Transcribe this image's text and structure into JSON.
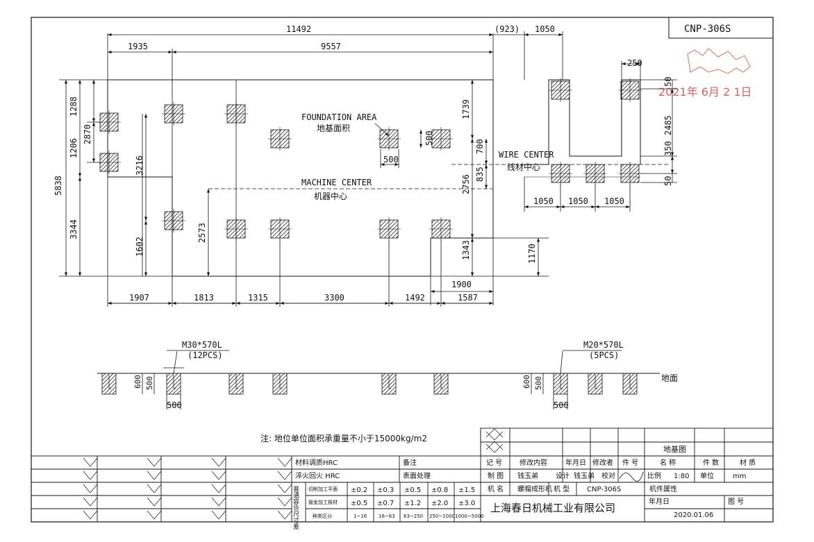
{
  "drawing_id": "CNP-306S",
  "stamp_date": "2021年 6月 2 1日",
  "top_dims": {
    "total": "11492",
    "offset": "(923)",
    "right": "1050",
    "left": "1935",
    "mid": "9557"
  },
  "left_dims": {
    "total": "5838",
    "a": "1288",
    "b": "2870",
    "c": "1206",
    "d": "3344",
    "e": "3216",
    "f": "1602",
    "g": "2573"
  },
  "labels": {
    "foundation_en": "FOUNDATION AREA",
    "foundation_cn": "地基面积",
    "machine_en": "MACHINE CENTER",
    "machine_cn": "机器中心",
    "wire_en": "WIRE CENTER",
    "wire_cn": "线材中心"
  },
  "pad_dims": {
    "w": "500",
    "h": "500"
  },
  "right_dims": {
    "d1739": "1739",
    "d700": "700",
    "d835": "835",
    "d2756": "2756",
    "d1343": "1343",
    "d1170": "1170",
    "d1900": "1900"
  },
  "bottom_dims": [
    "1907",
    "1813",
    "1315",
    "3300",
    "1492",
    "1587"
  ],
  "wire_dims": {
    "w250": "250",
    "d50a": "50",
    "d2485": "2485",
    "d350": "350",
    "d50b": "50",
    "spacing": [
      "1050",
      "1050",
      "1050"
    ]
  },
  "section": {
    "bolt_left": "M30*570L",
    "bolt_left_count": "(12PCS)",
    "bolt_right": "M20*570L",
    "bolt_right_count": "(5PCS)",
    "depth": "600",
    "height": "500",
    "width": "500",
    "ground": "地面"
  },
  "note": "注: 地位单位面积承重量不小于15000kg/m2",
  "title_block": {
    "drawing_title": "地基图",
    "mat_hrc": "材料调质HRC",
    "note_col": "备注",
    "quench": "淬火回火 HRC",
    "surface": "表面处理",
    "tol_label": "普通容许尺寸差",
    "row1_label": "切削加工平面",
    "row2_label": "钣金加工板材",
    "row3_label": "种类区分",
    "row1": [
      "±0.2",
      "±0.3",
      "±0.5",
      "±0.8",
      "±1.5"
    ],
    "row2": [
      "±0.5",
      "±0.7",
      "±1.2",
      "±2.0",
      "±3.0"
    ],
    "row3": [
      "1~16",
      "16~63",
      "63~250",
      "250~1000",
      "1000~5000"
    ],
    "rev_headers": [
      "记 号",
      "修改内容",
      "年月日",
      "修改者",
      "件 号"
    ],
    "name_header": "名 称",
    "qty_header": "件 数",
    "material_header": "材 质",
    "made_by_label": "制 图",
    "made_by": "钱玉弟",
    "design_label": "设计",
    "design_by": "钱玉弟",
    "check_label": "校对",
    "scale_label": "比例",
    "scale": "1:80",
    "unit_label": "单位",
    "unit": "mm",
    "machine_name_label": "机 名",
    "machine_name": "螺帽成形机",
    "model_label": "机 型",
    "model": "CNP-306S",
    "part_attr": "机件属性",
    "company": "上海春日机械工业有限公司",
    "date_label": "年月日",
    "date": "2020.01.06",
    "drawing_no_label": "图 号"
  }
}
